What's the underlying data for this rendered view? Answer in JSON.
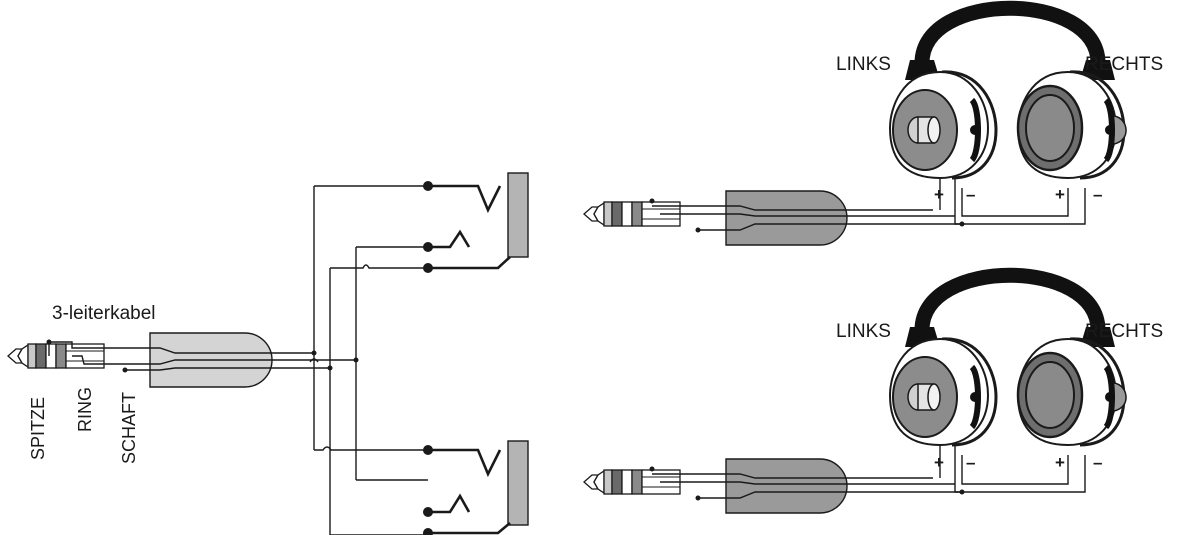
{
  "labels": {
    "cable": "3-leiterkabel",
    "tip": "SPITZE",
    "ring": "RING",
    "sleeve": "SCHAFT",
    "left": "LINKS",
    "right": "RECHTS",
    "plus": "+",
    "minus": "–"
  },
  "colors": {
    "line": "#1a1a1a",
    "plug_body_light": "#d4d4d4",
    "plug_body_dark": "#9a9a9a",
    "ear_cup": "#ffffff",
    "speaker_left": "#8c8c8c",
    "speaker_right": "#6e6e6e",
    "headband": "#111111"
  }
}
